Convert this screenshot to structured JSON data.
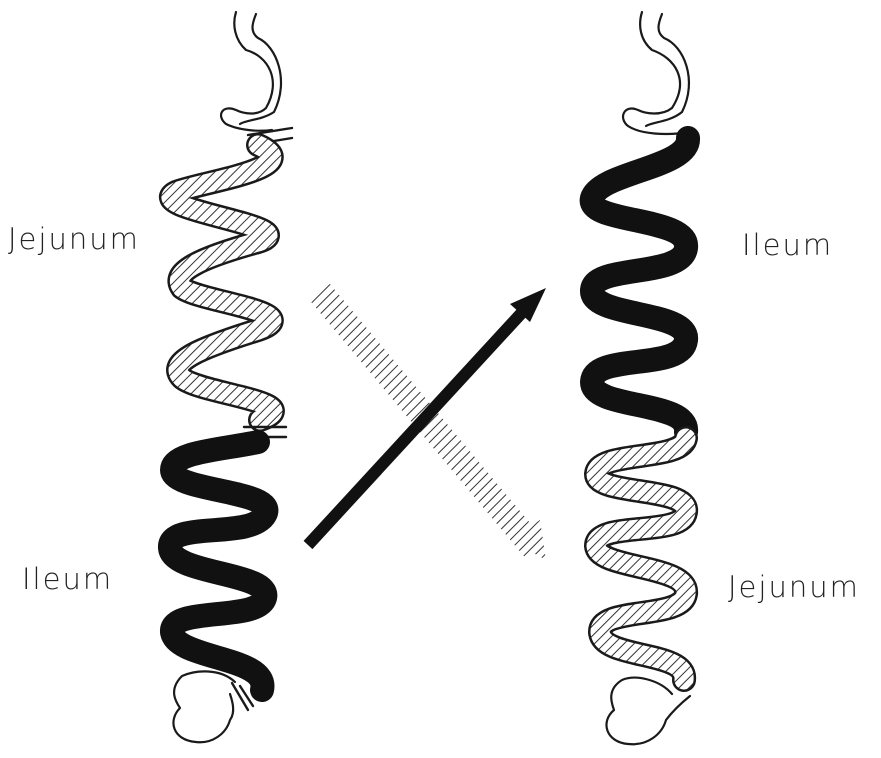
{
  "left_figure": {
    "upper_segment_label": "Jejunum",
    "lower_segment_label": "Ileum"
  },
  "right_figure": {
    "upper_segment_label": "Ileum",
    "lower_segment_label": "Jejunum"
  },
  "colors": {
    "jejunum_hatch": "#333333",
    "ileum_fill": "#111111",
    "outline": "#1a1a1a"
  }
}
